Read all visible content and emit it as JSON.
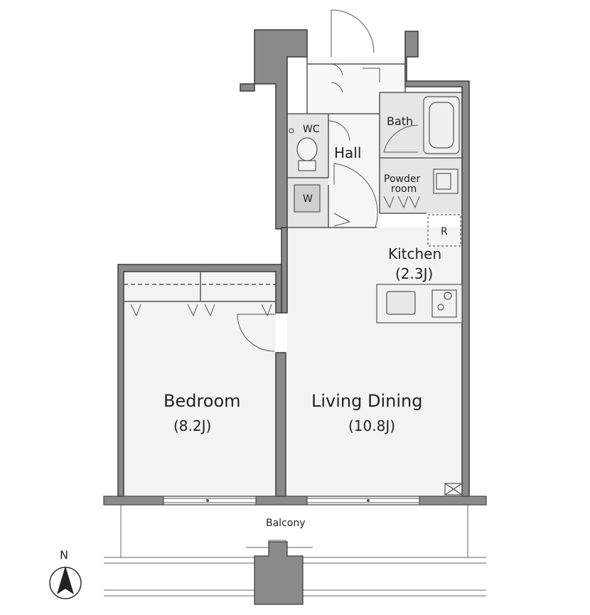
{
  "rooms": {
    "wc": "WC",
    "bath": "Bath",
    "hall": "Hall",
    "powder_room_line1": "Powder",
    "powder_room_line2": "room",
    "washer": "W",
    "refrigerator": "R",
    "kitchen": "Kitchen",
    "kitchen_size": "(2.3J)",
    "bedroom": "Bedroom",
    "bedroom_size": "(8.2J)",
    "living_dining": "Living Dining",
    "living_dining_size": "(10.8J)",
    "balcony": "Balcony"
  },
  "compass": {
    "north": "N"
  },
  "colors": {
    "wall": "#8a8a8a",
    "wall_edge": "#3a3a3a",
    "wet_area": "#e6e6e6",
    "line": "#555555"
  }
}
